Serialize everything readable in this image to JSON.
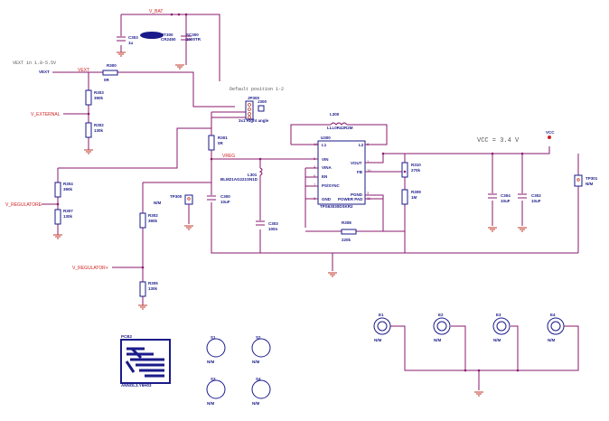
{
  "nets": {
    "v_bat": "V_BAT",
    "vext": "VEXT",
    "vext_port": "VEXT",
    "v_external": "V_EXTERNAL",
    "vreg": "VREG",
    "v_regulator": "V_REGULATORE",
    "v_regulator2": "V_REGULATOR+",
    "vcc": "VCC"
  },
  "annotations": {
    "vext_range": "VEXT in 1.8-5.5V",
    "default_position": "Default position 1-2",
    "vcc_voltage": "VCC = 3.4 V"
  },
  "parts": {
    "c_top": {
      "ref": "C303",
      "val": "1u"
    },
    "bt": {
      "ref": "BT300",
      "val": "CR2450"
    },
    "sc": {
      "ref": "SC300",
      "val": "2000TR"
    },
    "r300": {
      "ref": "R300",
      "val": "0R"
    },
    "r303": {
      "ref": "R303",
      "val": "390k"
    },
    "r302": {
      "ref": "R302",
      "val": "130k"
    },
    "jp300": {
      "ref": "JP300",
      "val": "3x1 Right angle"
    },
    "j300": {
      "ref": "J300"
    },
    "r301": {
      "ref": "R301",
      "val": "0R"
    },
    "r304": {
      "ref": "R304",
      "val": "390k"
    },
    "r307": {
      "ref": "R307",
      "val": "130k"
    },
    "r302b": {
      "ref": "R302",
      "val": "390k"
    },
    "r305": {
      "ref": "R305",
      "val": "130k"
    },
    "tp300": {
      "ref": "TP300",
      "val": "N/M"
    },
    "c300": {
      "ref": "C300",
      "val": "10uF"
    },
    "l301": {
      "ref": "L301",
      "val": "BLM21AG221SN1D"
    },
    "c303": {
      "ref": "C303",
      "val": "100n"
    },
    "l300": {
      "ref": "L300",
      "val": "LLL0R42R2M"
    },
    "ic": {
      "ref": "U300",
      "part": "TPS63030DSKR2"
    },
    "r308": {
      "ref": "R308",
      "val": "220k"
    },
    "r310": {
      "ref": "R310",
      "val": "270k"
    },
    "r309": {
      "ref": "R309",
      "val": "1M"
    },
    "c304": {
      "ref": "C304",
      "val": "10uF"
    },
    "c302": {
      "ref": "C302",
      "val": "10uF"
    },
    "tp301": {
      "ref": "TP301",
      "val": "N/M"
    },
    "pcb": {
      "ref": "PCB2",
      "val": "ANNOL3.Y6H03"
    }
  },
  "ic_pins": {
    "l1": "L1",
    "l2": "L2",
    "vin": "VIN",
    "vina": "VINA",
    "en": "EN",
    "pssync": "PS/SYNC",
    "gnd": "GND",
    "vout": "VOUT",
    "fb": "FB",
    "pgnd": "PGND",
    "powerpad": "POWER PAD"
  },
  "mech": {
    "s1": {
      "ref": "S1",
      "val": "N/M"
    },
    "s2": {
      "ref": "S2",
      "val": "N/M"
    },
    "s3": {
      "ref": "S3",
      "val": "N/M"
    },
    "s4": {
      "ref": "S4",
      "val": "N/M"
    },
    "e1": {
      "ref": "E1",
      "val": "N/M"
    },
    "e2": {
      "ref": "E2",
      "val": "N/M"
    },
    "e3": {
      "ref": "E3",
      "val": "N/M"
    },
    "e4": {
      "ref": "E4",
      "val": "N/M"
    }
  }
}
